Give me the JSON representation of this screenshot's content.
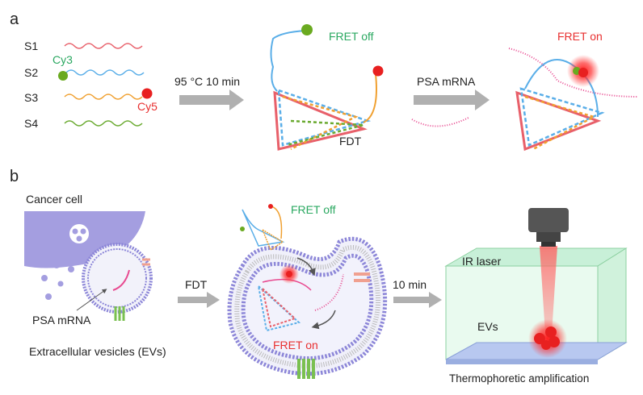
{
  "panel_a": {
    "label": "a",
    "strands": [
      {
        "name": "S1",
        "color": "#e8606a"
      },
      {
        "name": "S2",
        "color": "#5aaee8"
      },
      {
        "name": "S3",
        "color": "#f0a030"
      },
      {
        "name": "S4",
        "color": "#6aaa30"
      }
    ],
    "cy3": "Cy3",
    "cy5": "Cy5",
    "step1": "95 °C 10 min",
    "fret_off": "FRET off",
    "fdt": "FDT",
    "step2": "PSA mRNA",
    "fret_on": "FRET on"
  },
  "panel_b": {
    "label": "b",
    "cancer_cell": "Cancer cell",
    "psa_mrna": "PSA mRNA",
    "evs_caption": "Extracellular vesicles (EVs)",
    "step1": "FDT",
    "fret_off": "FRET off",
    "fret_on": "FRET on",
    "step2": "10 min",
    "ir_laser": "IR laser",
    "evs": "EVs",
    "amplification": "Thermophoretic amplification"
  },
  "colors": {
    "green": "#2aa860",
    "red": "#e83030",
    "arrow": "#b0b0b0",
    "membrane": "#8c86d8",
    "cell": "#a49ee0"
  }
}
